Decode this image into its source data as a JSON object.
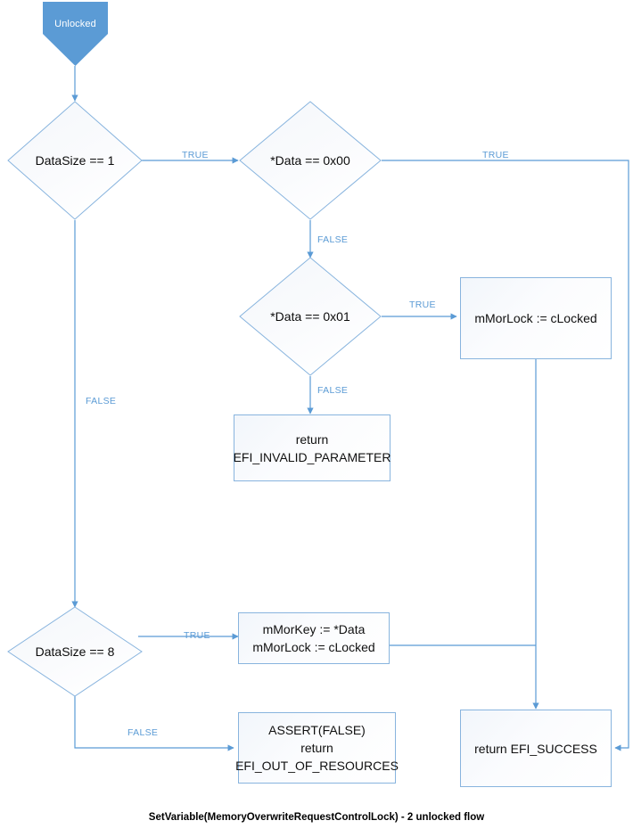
{
  "diagram": {
    "caption": "SetVariable(MemoryOverwriteRequestControlLock) - 2 unlocked flow",
    "colors": {
      "edge": "#5B9BD5",
      "node_border": "#88B4DE",
      "start_fill": "#5B9BD5",
      "start_text": "#FFFFFF",
      "node_text": "#000000",
      "label_text": "#5B9BD5",
      "background": "#FFFFFF"
    },
    "nodes": {
      "start": {
        "label": "Unlocked",
        "type": "start"
      },
      "d_datasize1": {
        "label": "DataSize == 1",
        "type": "decision"
      },
      "d_data00": {
        "label": "*Data == 0x00",
        "type": "decision"
      },
      "d_data01": {
        "label": "*Data == 0x01",
        "type": "decision"
      },
      "p_mmorlock": {
        "label": "mMorLock := cLocked",
        "type": "process"
      },
      "p_invalid": {
        "label": "return\nEFI_INVALID_PARAMETER",
        "type": "process"
      },
      "d_datasize8": {
        "label": "DataSize == 8",
        "type": "decision"
      },
      "p_mmorkey": {
        "label": "mMorKey := *Data\nmMorLock := cLocked",
        "type": "process"
      },
      "p_assert": {
        "label": "ASSERT(FALSE)\nreturn\nEFI_OUT_OF_RESOURCES",
        "type": "process"
      },
      "p_success": {
        "label": "return EFI_SUCCESS",
        "type": "process"
      }
    },
    "edge_labels": {
      "ds1_true": "TRUE",
      "ds1_false": "FALSE",
      "d00_true": "TRUE",
      "d00_false": "FALSE",
      "d01_true": "TRUE",
      "d01_false": "FALSE",
      "ds8_true": "TRUE",
      "ds8_false": "FALSE"
    },
    "edges": [
      {
        "from": "start",
        "to": "d_datasize1",
        "label": ""
      },
      {
        "from": "d_datasize1",
        "to": "d_data00",
        "label": "TRUE"
      },
      {
        "from": "d_datasize1",
        "to": "d_datasize8",
        "label": "FALSE"
      },
      {
        "from": "d_data00",
        "to": "p_success",
        "label": "TRUE"
      },
      {
        "from": "d_data00",
        "to": "d_data01",
        "label": "FALSE"
      },
      {
        "from": "d_data01",
        "to": "p_mmorlock",
        "label": "TRUE"
      },
      {
        "from": "d_data01",
        "to": "p_invalid",
        "label": "FALSE"
      },
      {
        "from": "p_mmorlock",
        "to": "p_success",
        "label": ""
      },
      {
        "from": "d_datasize8",
        "to": "p_mmorkey",
        "label": "TRUE"
      },
      {
        "from": "d_datasize8",
        "to": "p_assert",
        "label": "FALSE"
      },
      {
        "from": "p_mmorkey",
        "to": "p_success",
        "label": ""
      }
    ]
  }
}
